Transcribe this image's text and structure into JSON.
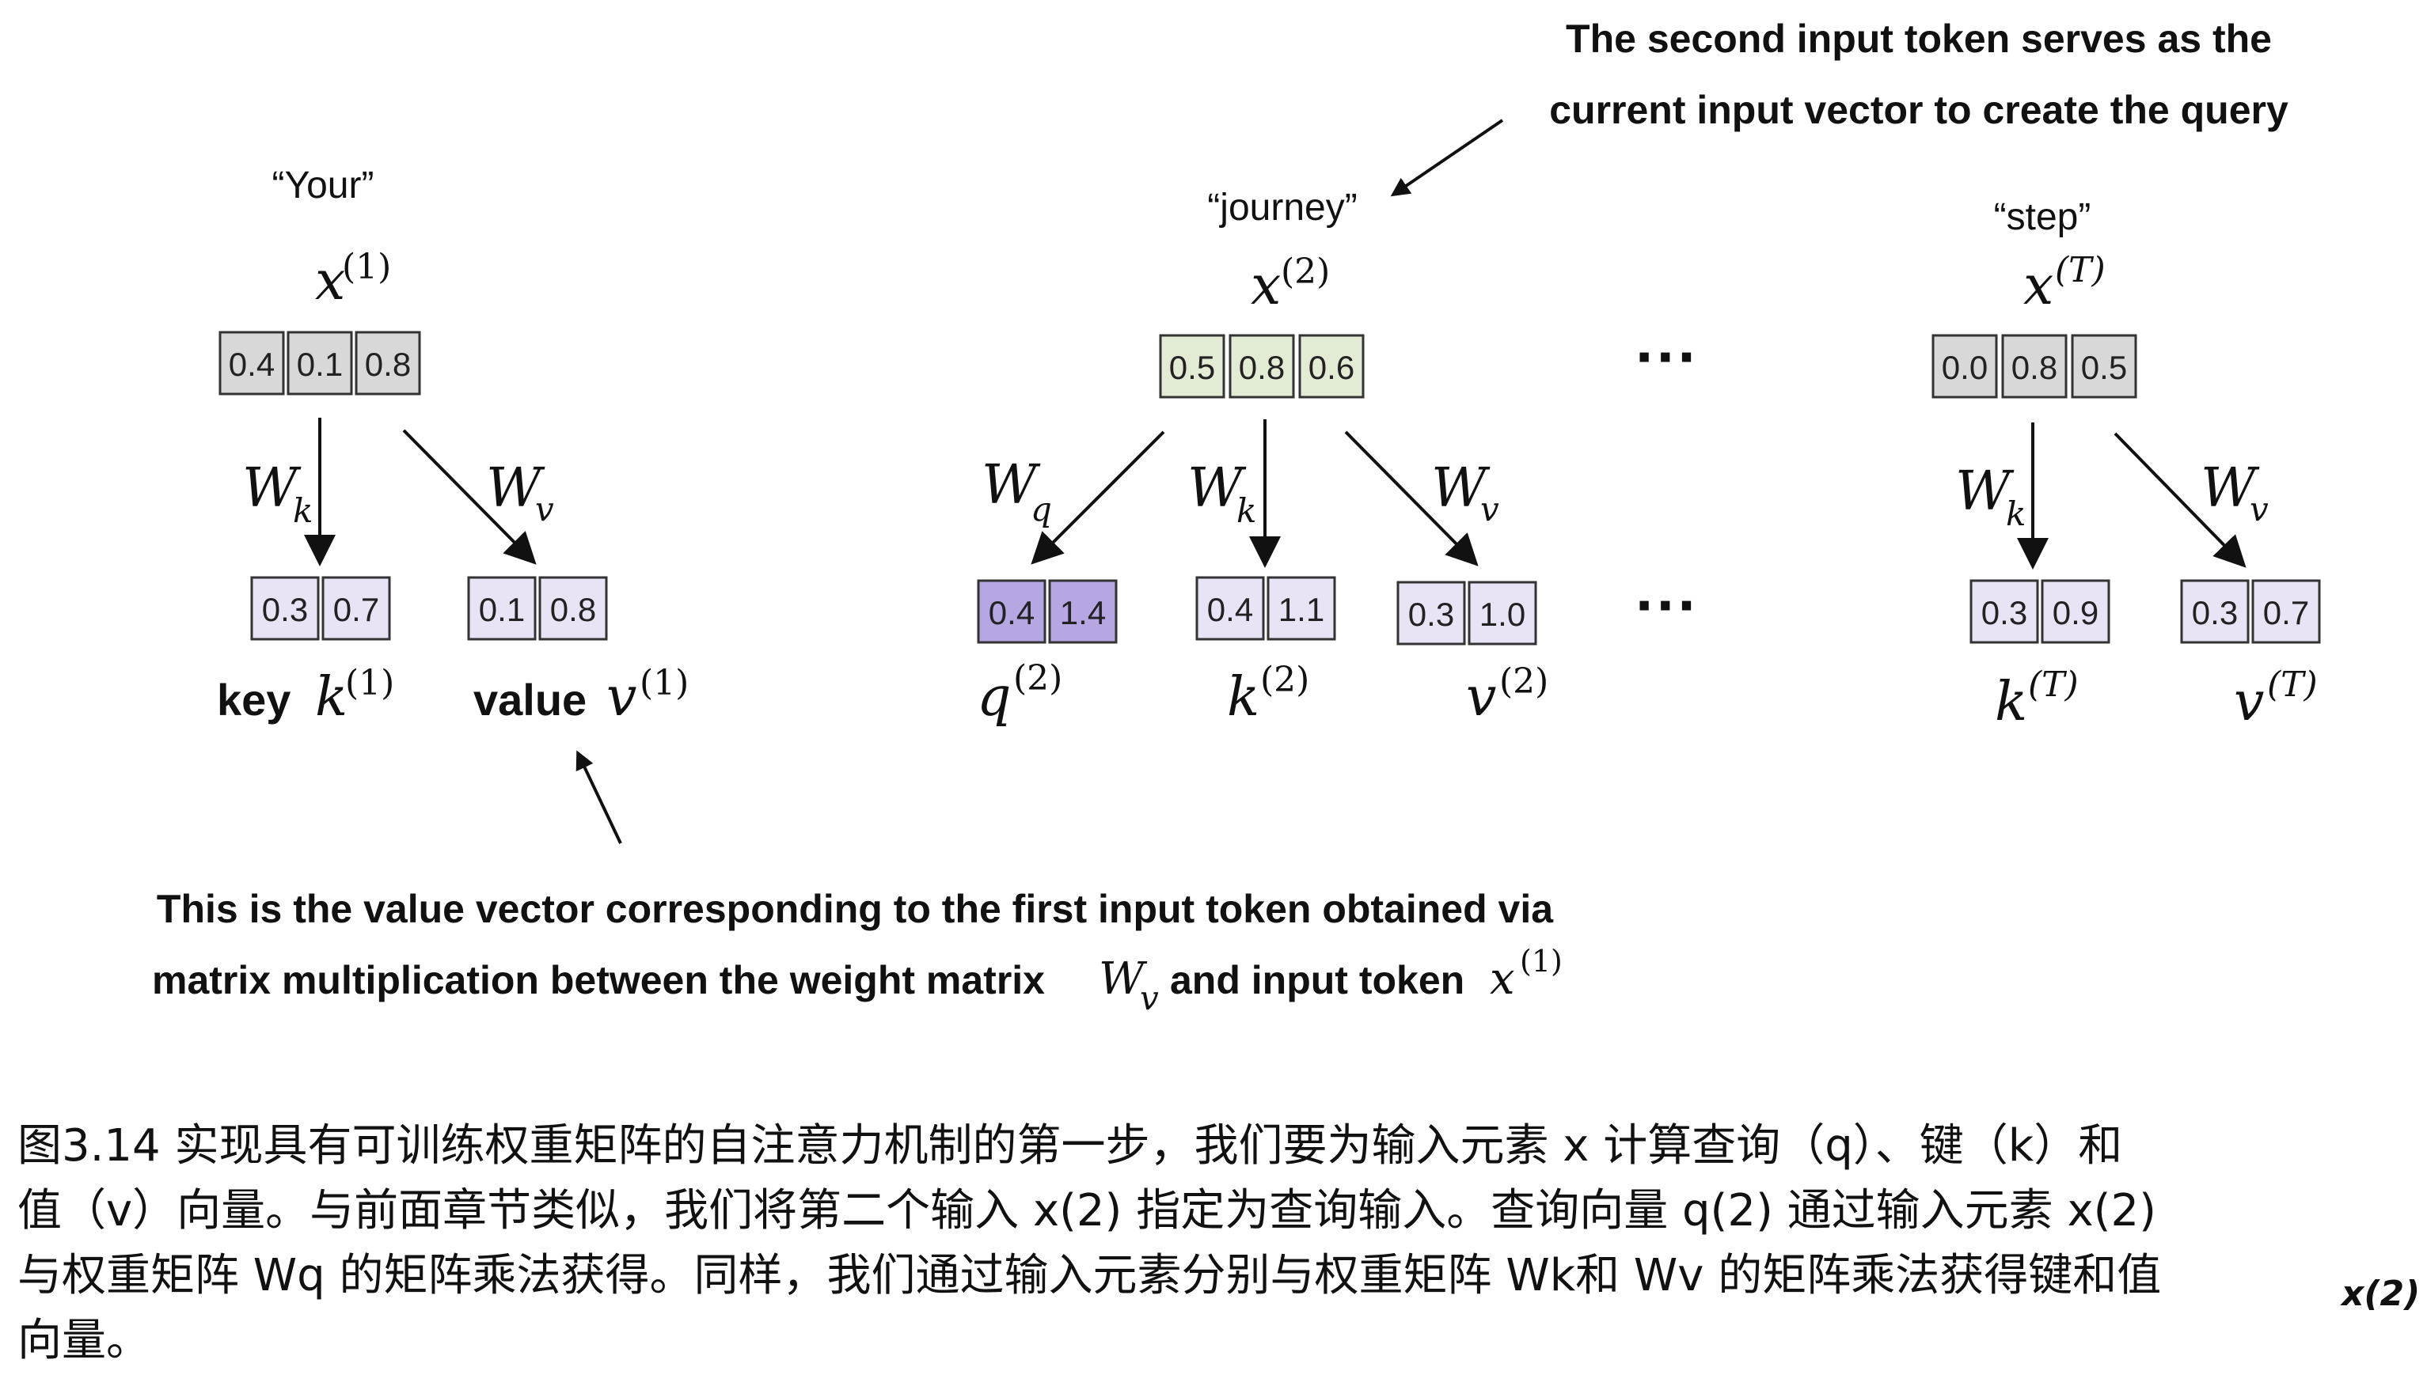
{
  "tokens": [
    {
      "word": "“Your”",
      "var": "x",
      "sup": "(1)",
      "values": [
        "0.4",
        "0.1",
        "0.8"
      ],
      "fill": "#d8d8d8"
    },
    {
      "word": "“journey”",
      "var": "x",
      "sup": "(2)",
      "values": [
        "0.5",
        "0.8",
        "0.6"
      ],
      "fill": "#e2ecd4"
    },
    {
      "word": "“step”",
      "var": "x",
      "sup": "(T)",
      "values": [
        "0.0",
        "0.8",
        "0.5"
      ],
      "fill": "#d8d8d8"
    }
  ],
  "weights": {
    "wk1": {
      "base": "W",
      "sub": "k"
    },
    "wv1": {
      "base": "W",
      "sub": "v"
    },
    "wq2": {
      "base": "W",
      "sub": "q"
    },
    "wk2": {
      "base": "W",
      "sub": "k"
    },
    "wv2": {
      "base": "W",
      "sub": "v"
    },
    "wkT": {
      "base": "W",
      "sub": "k"
    },
    "wvT": {
      "base": "W",
      "sub": "v"
    }
  },
  "outputs": {
    "k1": {
      "values": [
        "0.3",
        "0.7"
      ],
      "prefix": "key",
      "var": "k",
      "sup": "(1)",
      "fill": "#e8e4f6"
    },
    "v1": {
      "values": [
        "0.1",
        "0.8"
      ],
      "prefix": "value",
      "var": "v",
      "sup": "(1)",
      "fill": "#e8e4f6"
    },
    "q2": {
      "values": [
        "0.4",
        "1.4"
      ],
      "var": "q",
      "sup": "(2)",
      "fill": "#b6a6e2"
    },
    "k2": {
      "values": [
        "0.4",
        "1.1"
      ],
      "var": "k",
      "sup": "(2)",
      "fill": "#e8e4f6"
    },
    "v2": {
      "values": [
        "0.3",
        "1.0"
      ],
      "var": "v",
      "sup": "(2)",
      "fill": "#e8e4f6"
    },
    "kT": {
      "values": [
        "0.3",
        "0.9"
      ],
      "var": "k",
      "sup": "(T)",
      "fill": "#e8e4f6"
    },
    "vT": {
      "values": [
        "0.3",
        "0.7"
      ],
      "var": "v",
      "sup": "(T)",
      "fill": "#e8e4f6"
    }
  },
  "ellipsis": "···",
  "annotation_top": {
    "line1": "The second input token serves as the",
    "line2": "current input vector to create the query"
  },
  "annotation_bottom": {
    "line1": "This is the value vector corresponding to the first input token obtained via",
    "line2_a": "matrix multiplication between the weight matrix",
    "line2_w": "W",
    "line2_wsub": "v",
    "line2_b": "and input token",
    "line2_x": "x",
    "line2_xsup": "(1)"
  },
  "caption": {
    "line1": "图3.14 实现具有可训练权重矩阵的自注意力机制的第一步，我们要为输入元素 x 计算查询（q）、键（k）和",
    "line2": "值（v）向量。与前面章节类似，我们将第二个输入 x(2) 指定为查询输入。查询向量 q(2) 通过输入元素 x(2)",
    "line3": "与权重矩阵 Wq 的矩阵乘法获得。同样，我们通过输入元素分别与权重矩阵 Wk和 Wv 的矩阵乘法获得键和值",
    "line4": "向量。"
  },
  "stray_label": "x(2)"
}
